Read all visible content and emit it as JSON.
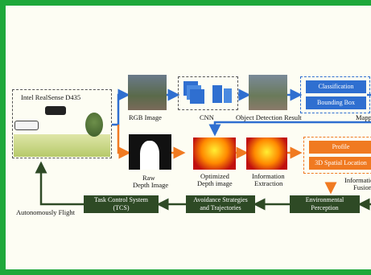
{
  "camera": {
    "title": "Intel RealSense D435"
  },
  "pipeline": {
    "rgb_label": "RGB Image",
    "cnn_label": "CNN",
    "detection_label": "Object Detection Result",
    "mapping_label": "Mappi",
    "classification": "Classification",
    "bounding_box": "Bounding Box",
    "raw_depth_label_1": "Raw",
    "raw_depth_label_2": "Depth Image",
    "opt_depth_label_1": "Optimized",
    "opt_depth_label_2": "Depth image",
    "info_extraction_1": "Information",
    "info_extraction_2": "Extraction",
    "profile": "Profile",
    "spatial_location": "3D Spatial Location",
    "info_fusion_1": "Informatio",
    "info_fusion_2": "Fusion"
  },
  "bottom": {
    "tcs_1": "Task Control System",
    "tcs_2": "(TCS)",
    "avoid_1": "Avoidance Strategies",
    "avoid_2": "and Trajectories",
    "env_1": "Environmental",
    "env_2": "Perception",
    "flight_label": "Autonomously Flight"
  },
  "colors": {
    "frame": "#1ea83a",
    "blue": "#2f6fd0",
    "orange": "#f07a21",
    "dark_green": "#2e4a25"
  }
}
